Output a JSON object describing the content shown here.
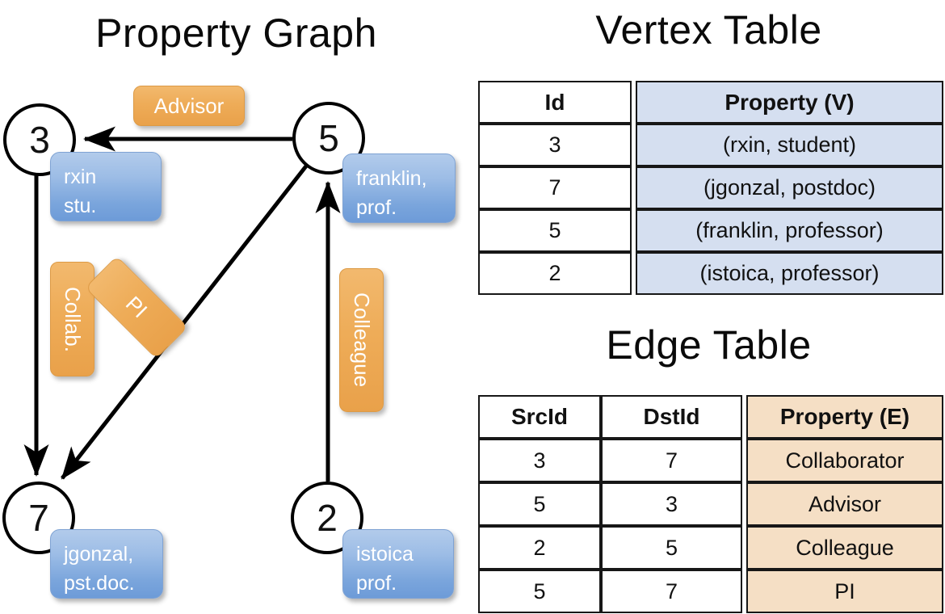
{
  "titles": {
    "property_graph": "Property Graph",
    "vertex_table": "Vertex Table",
    "edge_table": "Edge Table"
  },
  "colors": {
    "vertex_property_fill": "#d5dff0",
    "edge_property_fill": "#f5dfc5",
    "node_box_blue": "#7aa5dc",
    "edge_label_orange": "#eeac58",
    "stroke": "#000000"
  },
  "graph": {
    "nodes": [
      {
        "id": "3",
        "property_lines": [
          "rxin",
          "stu."
        ]
      },
      {
        "id": "5",
        "property_lines": [
          "franklin,",
          "prof."
        ]
      },
      {
        "id": "7",
        "property_lines": [
          "jgonzal,",
          "pst.doc."
        ]
      },
      {
        "id": "2",
        "property_lines": [
          "istoica",
          "prof."
        ]
      }
    ],
    "edge_labels": [
      {
        "name": "advisor",
        "text": "Advisor",
        "orientation": "horizontal"
      },
      {
        "name": "collab",
        "text": "Collab.",
        "orientation": "vertical"
      },
      {
        "name": "pi",
        "text": "PI",
        "orientation": "rotated-45"
      },
      {
        "name": "colleague",
        "text": "Colleague",
        "orientation": "vertical"
      }
    ],
    "edges": [
      {
        "src": "5",
        "dst": "3",
        "label": "Advisor"
      },
      {
        "src": "3",
        "dst": "7",
        "label": "Collab."
      },
      {
        "src": "5",
        "dst": "7",
        "label": "PI"
      },
      {
        "src": "2",
        "dst": "5",
        "label": "Colleague"
      }
    ]
  },
  "vertex_table": {
    "headers": [
      "Id",
      "Property (V)"
    ],
    "rows": [
      {
        "id": "3",
        "property": "(rxin, student)"
      },
      {
        "id": "7",
        "property": "(jgonzal, postdoc)"
      },
      {
        "id": "5",
        "property": "(franklin, professor)"
      },
      {
        "id": "2",
        "property": "(istoica, professor)"
      }
    ]
  },
  "edge_table": {
    "headers": [
      "SrcId",
      "DstId",
      "Property (E)"
    ],
    "rows": [
      {
        "src": "3",
        "dst": "7",
        "property": "Collaborator"
      },
      {
        "src": "5",
        "dst": "3",
        "property": "Advisor"
      },
      {
        "src": "2",
        "dst": "5",
        "property": "Colleague"
      },
      {
        "src": "5",
        "dst": "7",
        "property": "PI"
      }
    ]
  }
}
